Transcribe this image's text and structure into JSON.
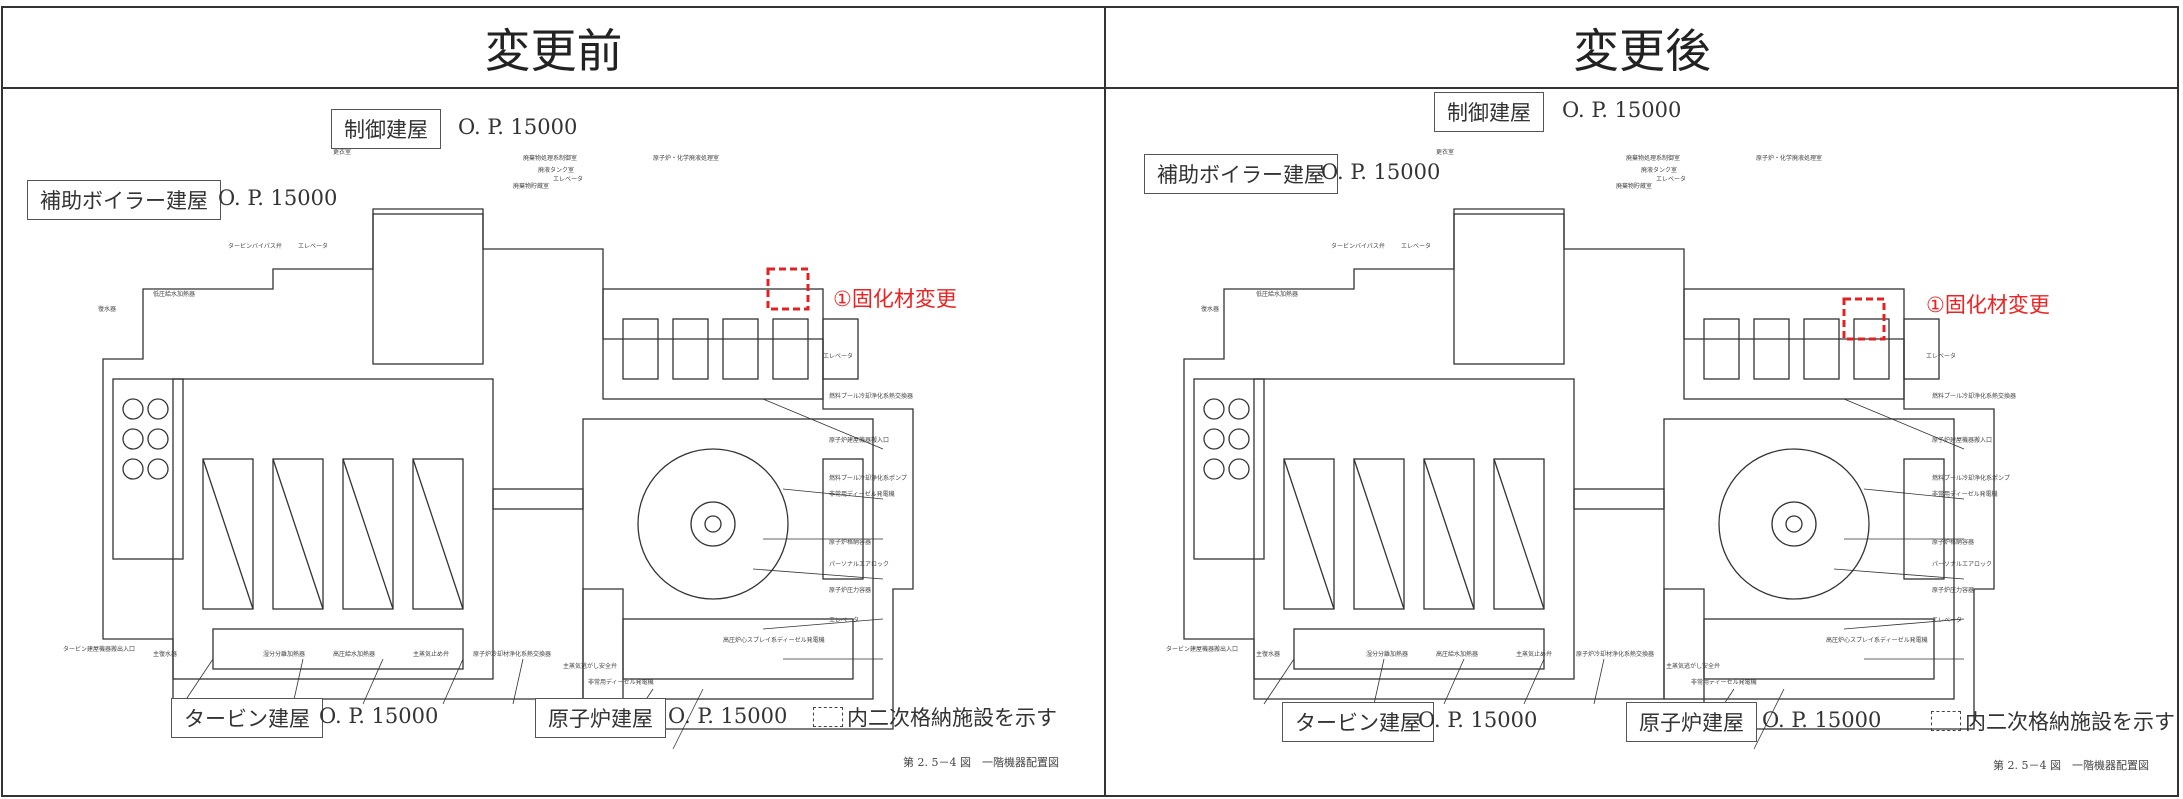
{
  "headers": {
    "before": "変更前",
    "after": "変更後"
  },
  "panels": [
    {
      "id": "before",
      "labels": {
        "control": "制御建屋",
        "control_op": "O. P. 15000",
        "aux_boiler": "補助ボイラー建屋",
        "aux_boiler_op": "O. P. 15000",
        "turbine": "タービン建屋",
        "turbine_op": "O. P. 15000",
        "reactor": "原子炉建屋",
        "reactor_op": "O. P. 15000"
      },
      "change_note": "①固化材変更",
      "legend": "内二次格納施設を示す",
      "caption": "第 2. 5－4 図　一階機器配置図",
      "callouts": [
        "エレベータ",
        "更衣室",
        "廃棄物処理系制御室",
        "廃液タンク室",
        "廃棄物貯蔵室",
        "原子炉・化学廃液処理室",
        "タービンバイパス弁",
        "エレベータ",
        "低圧給水加熱器",
        "復水器",
        "エレベータ",
        "燃料プール冷却浄化系熱交換器",
        "原子炉建屋機器搬入口",
        "燃料プール冷却浄化系ポンプ",
        "非常用ディーゼル発電機",
        "原子炉格納容器",
        "パーソナルエアロック",
        "原子炉圧力容器",
        "エレベータ",
        "高圧炉心スプレイ系ディーゼル発電機",
        "タービン建屋機器搬出入口",
        "主復水器",
        "湿分分離加熱器",
        "高圧給水加熱器",
        "主蒸気止め弁",
        "原子炉冷却材浄化系熱交換器",
        "主蒸気逃がし安全弁",
        "非常用ディーゼル発電機"
      ]
    },
    {
      "id": "after",
      "labels": {
        "control": "制御建屋",
        "control_op": "O. P. 15000",
        "aux_boiler": "補助ボイラー建屋",
        "aux_boiler_op": "O. P. 15000",
        "turbine": "タービン建屋",
        "turbine_op": "O. P. 15000",
        "reactor": "原子炉建屋",
        "reactor_op": "O. P. 15000"
      },
      "change_note": "①固化材変更",
      "legend": "内二次格納施設を示す",
      "caption": "第 2. 5－4 図　一階機器配置図",
      "callouts": [
        "エレベータ",
        "更衣室",
        "廃棄物処理系制御室",
        "廃液タンク室",
        "廃棄物貯蔵室",
        "原子炉・化学廃液処理室",
        "タービンバイパス弁",
        "エレベータ",
        "低圧給水加熱器",
        "復水器",
        "エレベータ",
        "燃料プール冷却浄化系熱交換器",
        "原子炉建屋機器搬入口",
        "燃料プール冷却浄化系ポンプ",
        "非常用ディーゼル発電機",
        "原子炉格納容器",
        "パーソナルエアロック",
        "原子炉圧力容器",
        "エレベータ",
        "高圧炉心スプレイ系ディーゼル発電機",
        "タービン建屋機器搬出入口",
        "主復水器",
        "湿分分離加熱器",
        "高圧給水加熱器",
        "主蒸気止め弁",
        "原子炉冷却材浄化系熱交換器",
        "主蒸気逃がし安全弁",
        "非常用ディーゼル発電機"
      ]
    }
  ],
  "colors": {
    "change_red": "#e22222",
    "line": "#333333"
  }
}
